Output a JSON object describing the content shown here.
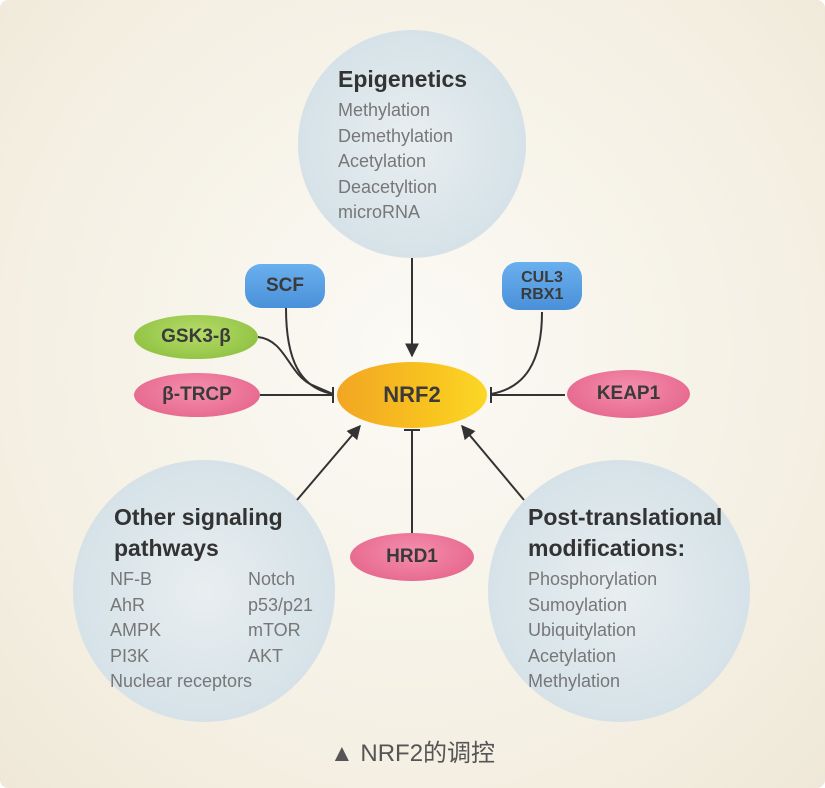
{
  "caption": "▲ NRF2的调控",
  "center": {
    "label": "NRF2"
  },
  "epigenetics": {
    "title": "Epigenetics",
    "items": [
      "Methylation",
      "Demethylation",
      "Acetylation",
      "Deacetyltion",
      "microRNA"
    ]
  },
  "other_signaling": {
    "title_line1": "Other signaling",
    "title_line2": "pathways",
    "col1": [
      "NF-B",
      "AhR",
      "AMPK",
      "PI3K"
    ],
    "col2": [
      "Notch",
      "p53/p21",
      "mTOR",
      "AKT"
    ],
    "footer": "Nuclear receptors"
  },
  "post_translational": {
    "title_line1": "Post-translational",
    "title_line2": "modifications:",
    "items": [
      "Phosphorylation",
      "Sumoylation",
      "Ubiquitylation",
      "Acetylation",
      "Methylation"
    ]
  },
  "regulators": {
    "scf": "SCF",
    "gsk3b": "GSK3-β",
    "btrcp": "β-TRCP",
    "cul3": "CUL3",
    "rbx1": "RBX1",
    "keap1": "KEAP1",
    "hrd1": "HRD1"
  },
  "colors": {
    "blue": "#4a90d9",
    "green": "#86bb37",
    "pink": "#e35d86",
    "orange": "#f2a623",
    "arrow": "#333333"
  }
}
